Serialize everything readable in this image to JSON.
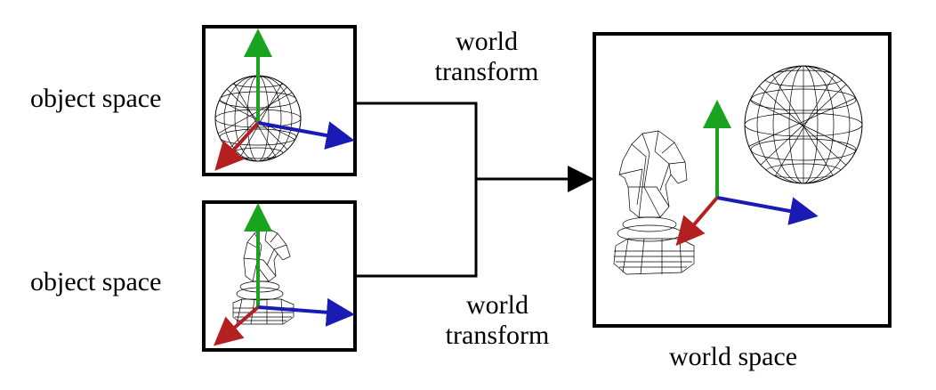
{
  "labels": {
    "object_space_top": "object space",
    "object_space_bottom": "object space",
    "world_space": "world space"
  },
  "transforms": {
    "top": {
      "line1": "world",
      "line2": "transform"
    },
    "bottom": {
      "line1": "world",
      "line2": "transform"
    }
  },
  "colors": {
    "axis_x": "#1a1ab5",
    "axis_y": "#19a31e",
    "axis_z": "#b3201f",
    "wire": "#000000"
  },
  "icons": [
    "sphere-wireframe",
    "knight-wireframe",
    "axes-gizmo"
  ]
}
